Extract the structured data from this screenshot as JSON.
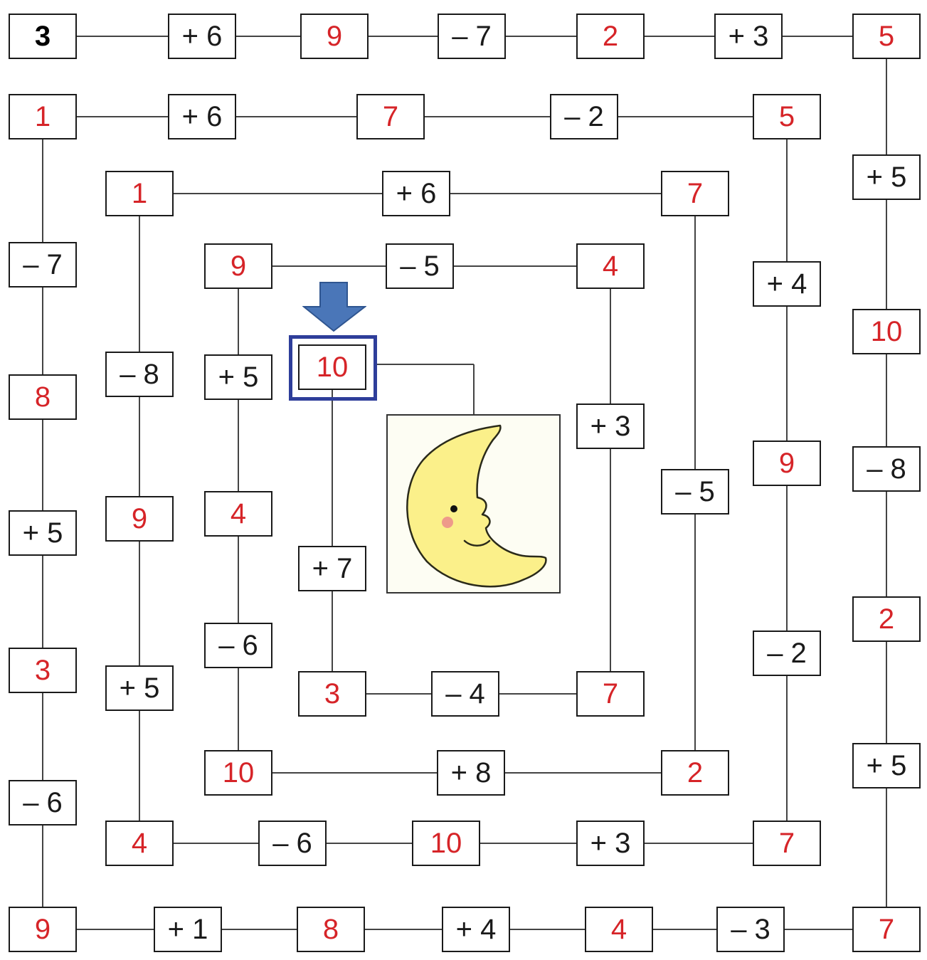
{
  "puzzle": {
    "start_value": "3",
    "goal_value": "10",
    "colors": {
      "number": "#d62428",
      "operation": "#1a1a1a",
      "line": "#444444",
      "goal_frame": "#2e3e9a",
      "arrow": "#4a76b8",
      "moon": "#fbf08a"
    },
    "icons": [
      "down-arrow-icon",
      "moon-icon"
    ],
    "cells": [
      {
        "id": "r1a",
        "type": "start",
        "text": "3"
      },
      {
        "id": "r1b",
        "type": "op",
        "text": "+ 6"
      },
      {
        "id": "r1c",
        "type": "num",
        "text": "9"
      },
      {
        "id": "r1d",
        "type": "op",
        "text": "– 7"
      },
      {
        "id": "r1e",
        "type": "num",
        "text": "2"
      },
      {
        "id": "r1f",
        "type": "op",
        "text": "+ 3"
      },
      {
        "id": "r1g",
        "type": "num",
        "text": "5"
      },
      {
        "id": "r2a",
        "type": "num",
        "text": "1"
      },
      {
        "id": "r2b",
        "type": "op",
        "text": "+ 6"
      },
      {
        "id": "r2c",
        "type": "num",
        "text": "7"
      },
      {
        "id": "r2d",
        "type": "op",
        "text": "– 2"
      },
      {
        "id": "r2e",
        "type": "num",
        "text": "5"
      },
      {
        "id": "r3a",
        "type": "num",
        "text": "1"
      },
      {
        "id": "r3b",
        "type": "op",
        "text": "+ 6"
      },
      {
        "id": "r3c",
        "type": "num",
        "text": "7"
      },
      {
        "id": "r4a",
        "type": "num",
        "text": "9"
      },
      {
        "id": "r4b",
        "type": "op",
        "text": "– 5"
      },
      {
        "id": "r4c",
        "type": "num",
        "text": "4"
      },
      {
        "id": "c1a",
        "type": "op",
        "text": "– 7"
      },
      {
        "id": "c1b",
        "type": "num",
        "text": "8"
      },
      {
        "id": "c1c",
        "type": "op",
        "text": "+ 5"
      },
      {
        "id": "c1d",
        "type": "num",
        "text": "3"
      },
      {
        "id": "c1e",
        "type": "op",
        "text": "– 6"
      },
      {
        "id": "c1f",
        "type": "num",
        "text": "9"
      },
      {
        "id": "c2a",
        "type": "op",
        "text": "– 8"
      },
      {
        "id": "c2b",
        "type": "num",
        "text": "9"
      },
      {
        "id": "c2c",
        "type": "op",
        "text": "+ 5"
      },
      {
        "id": "c2d",
        "type": "num",
        "text": "4"
      },
      {
        "id": "c3a",
        "type": "op",
        "text": "+ 5"
      },
      {
        "id": "c3b",
        "type": "num",
        "text": "4"
      },
      {
        "id": "c3c",
        "type": "op",
        "text": "– 6"
      },
      {
        "id": "c3d",
        "type": "num",
        "text": "10"
      },
      {
        "id": "goal",
        "type": "num",
        "text": "10"
      },
      {
        "id": "c4a",
        "type": "op",
        "text": "+ 7"
      },
      {
        "id": "c4b",
        "type": "num",
        "text": "3"
      },
      {
        "id": "c4c",
        "type": "op",
        "text": "– 4"
      },
      {
        "id": "c4d",
        "type": "num",
        "text": "7"
      },
      {
        "id": "c5a",
        "type": "op",
        "text": "+ 3"
      },
      {
        "id": "c6a",
        "type": "op",
        "text": "– 5"
      },
      {
        "id": "c6b",
        "type": "num",
        "text": "2"
      },
      {
        "id": "c6c",
        "type": "op",
        "text": "+ 8"
      },
      {
        "id": "c7a",
        "type": "op",
        "text": "+ 4"
      },
      {
        "id": "c7b",
        "type": "num",
        "text": "9"
      },
      {
        "id": "c7c",
        "type": "op",
        "text": "– 2"
      },
      {
        "id": "c7d",
        "type": "num",
        "text": "7"
      },
      {
        "id": "c7e",
        "type": "op",
        "text": "+ 3"
      },
      {
        "id": "c7f",
        "type": "num",
        "text": "10"
      },
      {
        "id": "c7g",
        "type": "op",
        "text": "– 6"
      },
      {
        "id": "c8a",
        "type": "op",
        "text": "+ 5"
      },
      {
        "id": "c8b",
        "type": "num",
        "text": "10"
      },
      {
        "id": "c8c",
        "type": "op",
        "text": "– 8"
      },
      {
        "id": "c8d",
        "type": "num",
        "text": "2"
      },
      {
        "id": "c8e",
        "type": "op",
        "text": "+ 5"
      },
      {
        "id": "c8f",
        "type": "num",
        "text": "7"
      },
      {
        "id": "r9a",
        "type": "op",
        "text": "+ 1"
      },
      {
        "id": "r9b",
        "type": "num",
        "text": "8"
      },
      {
        "id": "r9c",
        "type": "op",
        "text": "+ 4"
      },
      {
        "id": "r9d",
        "type": "num",
        "text": "4"
      },
      {
        "id": "r9e",
        "type": "op",
        "text": "– 3"
      }
    ]
  }
}
